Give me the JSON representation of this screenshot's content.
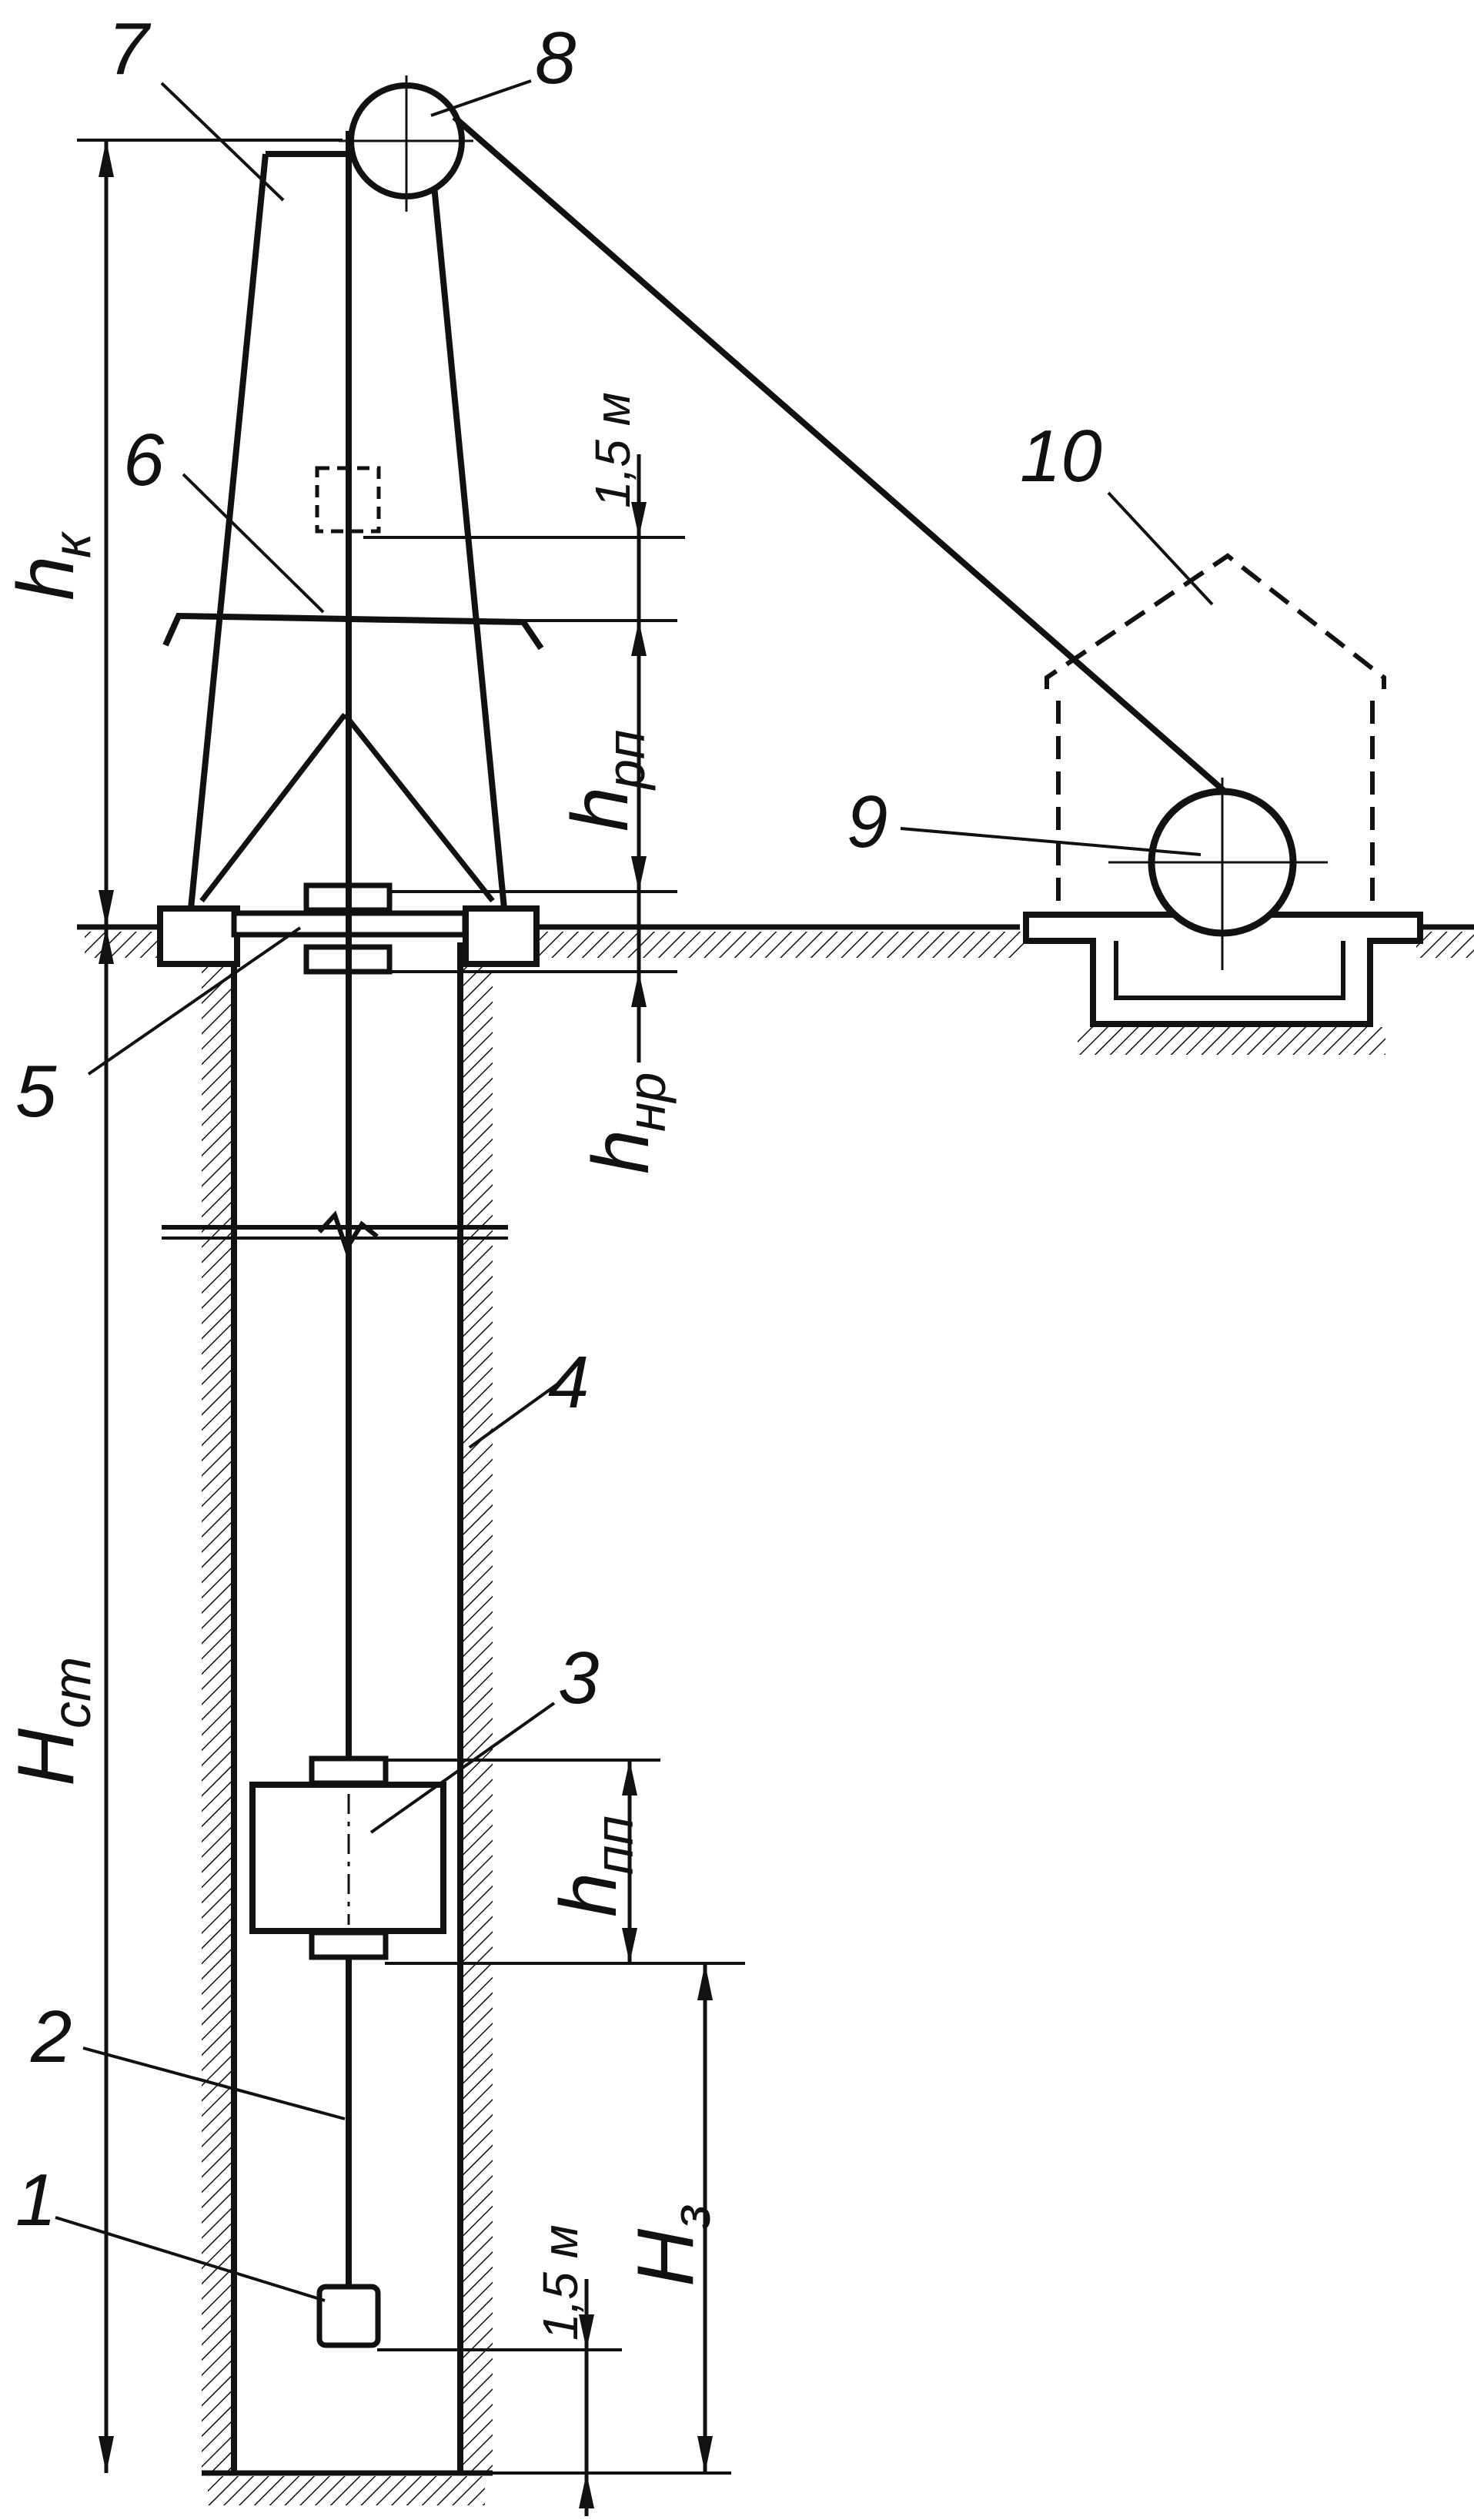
{
  "callouts": {
    "c1": "1",
    "c2": "2",
    "c3": "3",
    "c4": "4",
    "c5": "5",
    "c6": "6",
    "c7": "7",
    "c8": "8",
    "c9": "9",
    "c10": "10"
  },
  "dimensions": {
    "hk": {
      "main": "h",
      "sub": "к"
    },
    "hst": {
      "main": "H",
      "sub": "ст"
    },
    "hrp": {
      "main": "h",
      "sub": "рп"
    },
    "hnr": {
      "main": "h",
      "sub": "нр"
    },
    "hpp": {
      "main": "h",
      "sub": "пп"
    },
    "hz": {
      "main": "H",
      "sub": "з"
    },
    "top_gap": "1,5 м",
    "bottom_gap": "1,5 м"
  },
  "colors": {
    "ink": "#111111",
    "paper": "#ffffff"
  }
}
